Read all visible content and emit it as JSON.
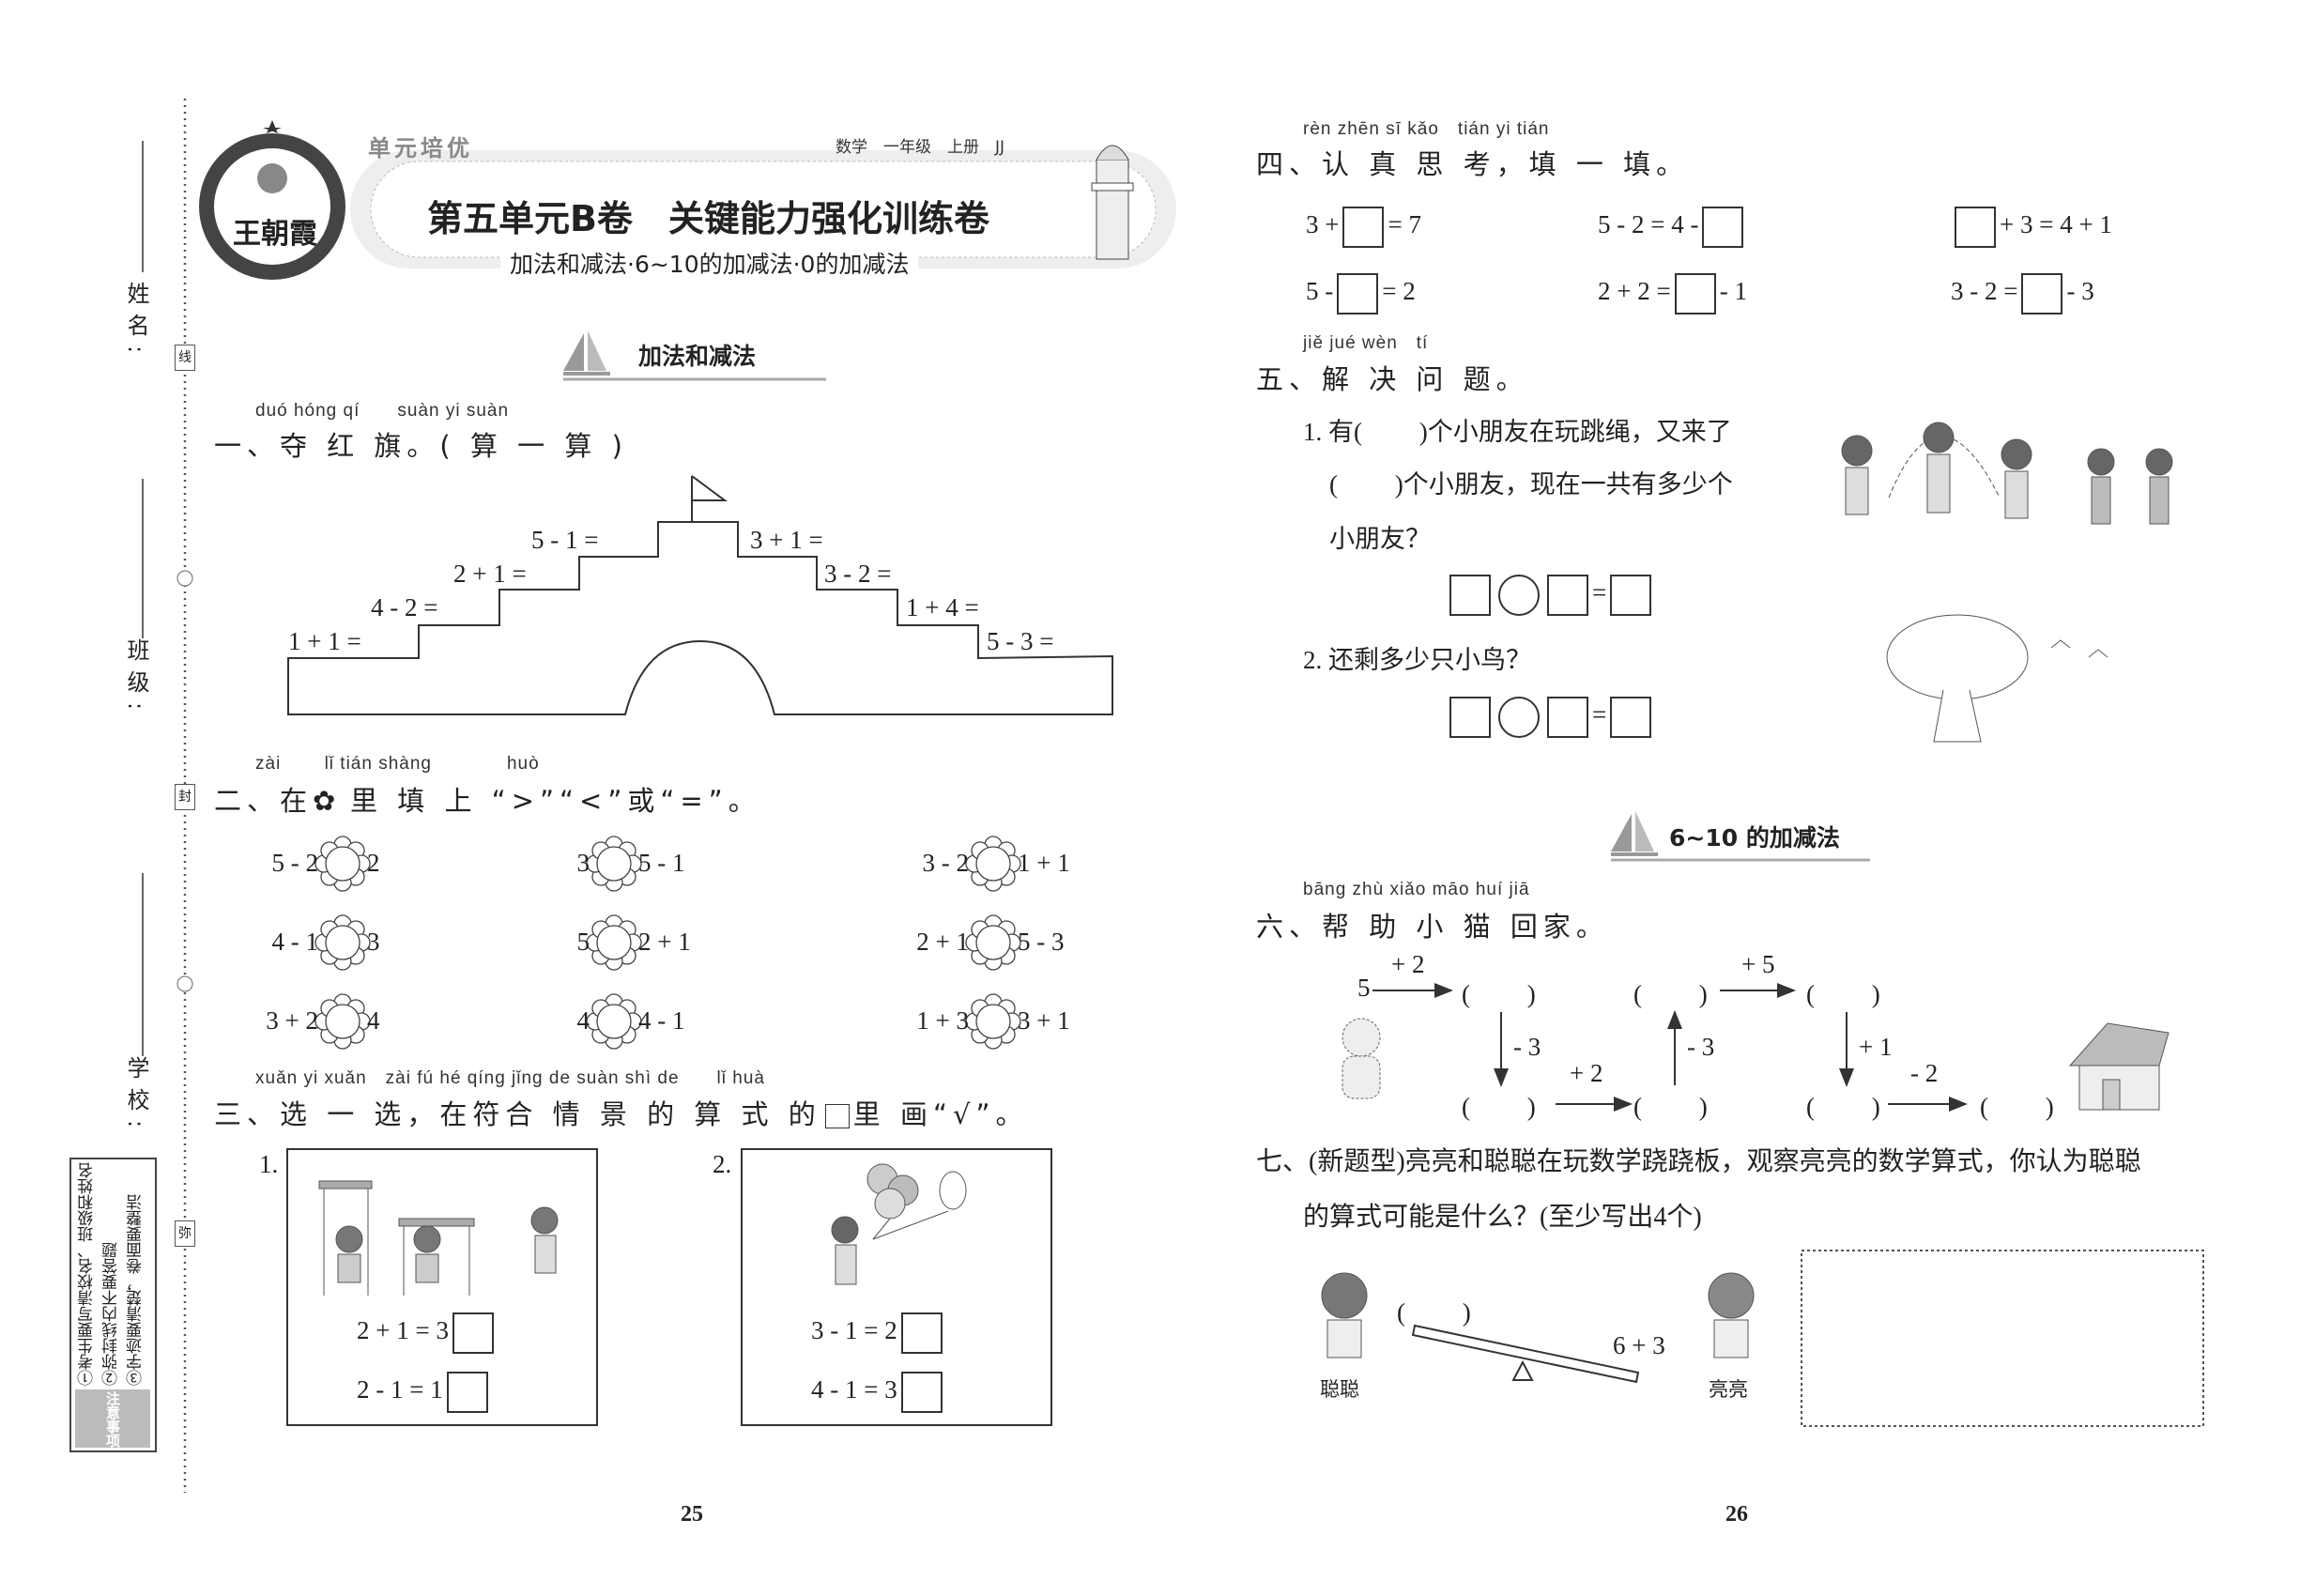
{
  "margin": {
    "name_label": "姓名:",
    "class_label": "班级:",
    "school_label": "学校:",
    "seal_marks": [
      "线",
      "封",
      "弥"
    ],
    "notice": {
      "title": "注意事项",
      "items": [
        "①考生要写清校名、班级和姓名",
        "②弥封线内不要答题",
        "③字迹要清楚，卷面要整洁"
      ]
    }
  },
  "header": {
    "logo_text": "王朝霞",
    "brand": "单元培优",
    "meta": "数学　一年级　上册　JJ",
    "title": "第五单元B卷　关键能力强化训练卷",
    "subtitle": "加法和减法·6~10的加减法·0的加减法"
  },
  "part_a": {
    "title": "加法和减法"
  },
  "q1": {
    "pinyin": "duó hóng qí　　suàn yi suàn",
    "title": "一、夺 红 旗。( 算 一 算 )",
    "problems": [
      "1 + 1 =",
      "4 - 2 =",
      "2 + 1 =",
      "5 - 1 =",
      "3 + 1 =",
      "3 - 2 =",
      "1 + 4 =",
      "5 - 3 ="
    ]
  },
  "q2": {
    "pinyin": "zài　　 lǐ tián shàng　　　　huò",
    "title_pre": "二、在",
    "title_post": "里 填 上 “>”“<”或“=”。",
    "items": [
      {
        "left": "5 - 2",
        "right": "2"
      },
      {
        "left": "3",
        "right": "5 - 1"
      },
      {
        "left": "3 - 2",
        "right": "1 + 1"
      },
      {
        "left": "4 - 1",
        "right": "3"
      },
      {
        "left": "5",
        "right": "2 + 1"
      },
      {
        "left": "2 + 1",
        "right": "5 - 3"
      },
      {
        "left": "3 + 2",
        "right": "4"
      },
      {
        "left": "4",
        "right": "4 - 1"
      },
      {
        "left": "1 + 3",
        "right": "3 + 1"
      }
    ]
  },
  "q3": {
    "pinyin": "xuǎn yi xuǎn　zài fú hé qíng jǐng de suàn shì de　　lǐ huà",
    "title_pre": "三、选 一 选，在符合 情 景 的 算 式 的",
    "title_post": "里 画“√”。",
    "groups": [
      {
        "num": "1.",
        "options": [
          "2 + 1 = 3",
          "2 - 1 = 1"
        ]
      },
      {
        "num": "2.",
        "options": [
          "3 - 1 = 2",
          "4 - 1 = 3"
        ]
      }
    ]
  },
  "q4": {
    "pinyin": "rèn zhēn sī kǎo　tián yi tián",
    "title": "四、认 真 思 考，填 一 填。",
    "items": [
      {
        "pre": "3 +",
        "post": "= 7"
      },
      {
        "pre": "5 - 2 = 4 -",
        "post": ""
      },
      {
        "pre": "",
        "post": "+ 3 = 4 + 1"
      },
      {
        "pre": "5 -",
        "post": "= 2"
      },
      {
        "pre": "2 + 2 =",
        "post": "- 1"
      },
      {
        "pre": "3 - 2 =",
        "post": "- 3"
      }
    ]
  },
  "q5": {
    "pinyin": "jiě jué wèn　tí",
    "title": "五、解 决 问 题。",
    "p1_lines": [
      "1. 有(　　 )个小朋友在玩跳绳，又来了",
      "(　　 )个小朋友，现在一共有多少个",
      "小朋友？"
    ],
    "p2_line": "2. 还剩多少只小鸟？",
    "equals": "="
  },
  "part_b": {
    "title": "6~10 的加减法"
  },
  "q6": {
    "pinyin": "bāng zhù xiǎo māo huí jiā",
    "title": "六、帮 助 小 猫 回家。",
    "start": "5",
    "blank": "(　　 )",
    "ops": {
      "r1a": "+ 2",
      "r1b": "+ 5",
      "d1": "- 3",
      "u1": "- 3",
      "d2": "+ 1",
      "r2a": "+ 2",
      "r2b": "- 2"
    }
  },
  "q7": {
    "line1": "七、(新题型)亮亮和聪聪在玩数学跷跷板，观察亮亮的数学算式，你认为聪聪",
    "line2": "的算式可能是什么？(至少写出4个)",
    "left_name": "聪聪",
    "right_name": "亮亮",
    "left_expr": "(　　 )",
    "right_expr": "6 + 3"
  },
  "pages": {
    "left": "25",
    "right": "26"
  }
}
